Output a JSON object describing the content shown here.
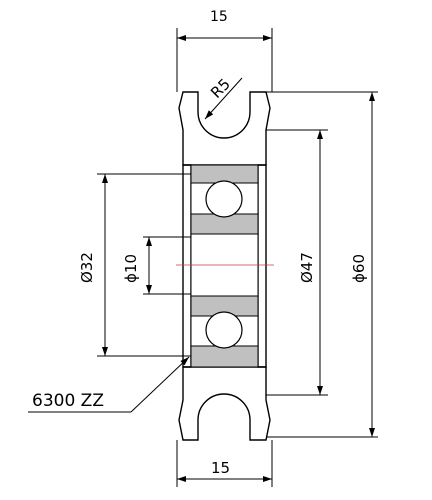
{
  "dimensions": {
    "width_top": "15",
    "width_bottom": "15",
    "groove_radius": "R5",
    "bore_inner": "ϕ10",
    "bearing_bore": "Ø32",
    "bearing_od": "Ø47",
    "outer_diameter": "ϕ60"
  },
  "bearing_label": "6300 ZZ",
  "colors": {
    "line": "#000000",
    "bearing_fill": "#c0c0c0",
    "centerline": "#c04040"
  }
}
